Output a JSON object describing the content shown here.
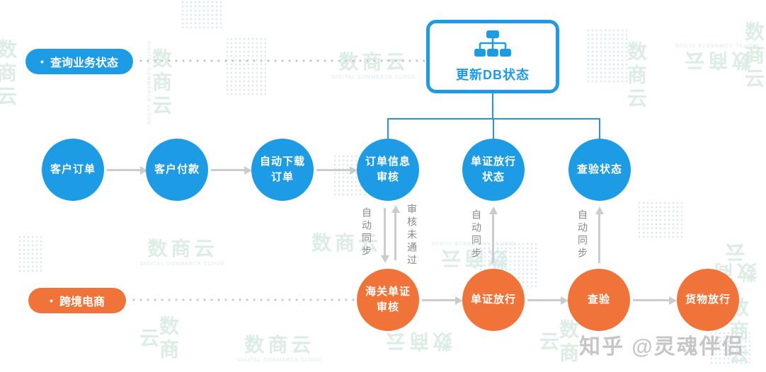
{
  "diagram": {
    "lanes": [
      {
        "id": "query-business-status",
        "bullet": "•",
        "label": "查询业务状态",
        "color": "#1e9be5"
      },
      {
        "id": "cross-border-ecommerce",
        "bullet": "•",
        "label": "跨境电商",
        "color": "#f0743a"
      }
    ],
    "db_box": {
      "label": "更新DB状态",
      "icon": "sitemap-icon"
    },
    "blue_flow": [
      {
        "id": "customer-order",
        "lines": [
          "客户订单",
          ""
        ]
      },
      {
        "id": "customer-payment",
        "lines": [
          "客户付款",
          ""
        ]
      },
      {
        "id": "auto-download-order",
        "lines": [
          "自动下载",
          "订单"
        ]
      },
      {
        "id": "order-info-review",
        "lines": [
          "订单信息",
          "审核"
        ]
      },
      {
        "id": "doc-release-status",
        "lines": [
          "单证放行",
          "状态"
        ]
      },
      {
        "id": "inspection-status",
        "lines": [
          "查验状态",
          ""
        ]
      }
    ],
    "orange_flow": [
      {
        "id": "customs-doc-review",
        "lines": [
          "海关单证",
          "审核"
        ]
      },
      {
        "id": "doc-release",
        "lines": [
          "单证放行",
          ""
        ]
      },
      {
        "id": "inspection",
        "lines": [
          "查验",
          ""
        ]
      },
      {
        "id": "cargo-release",
        "lines": [
          "货物放行",
          ""
        ]
      }
    ],
    "vertical_links": [
      {
        "label": "自动同步",
        "direction": "down"
      },
      {
        "label": "审核未通过",
        "direction": "up"
      },
      {
        "label": "自动同步",
        "direction": "up"
      },
      {
        "label": "自动同步",
        "direction": "up"
      }
    ]
  },
  "watermark": {
    "brand": "数商云",
    "sub": "DIGITAL COMMERCE CLOUD"
  },
  "credit": "知乎 @灵魂伴侣",
  "colors": {
    "node_blue": "#1e9be5",
    "node_orange": "#f0743a",
    "connector_blue": "#2196d8",
    "arrow_gray": "#cccccc",
    "label_gray": "#8a8a8a",
    "watermark_teal": "#dcede5",
    "credit_gray": "#c6c6c6"
  }
}
